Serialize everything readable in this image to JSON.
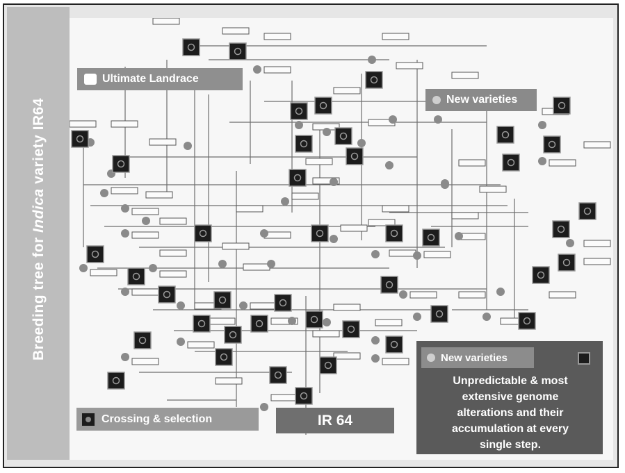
{
  "side_title": {
    "prefix": "Breeding tree for ",
    "italic": "Indica",
    "suffix": " variety IR64"
  },
  "labels": {
    "ultimate_landrace": "Ultimate Landrace",
    "new_varieties_top": "New varieties",
    "crossing_selection": "Crossing & selection",
    "ir64": "IR 64"
  },
  "panel": {
    "heading": "New varieties",
    "text": "Unpredictable & most\nextensive genome\nalterations and their\naccumulation at every\nsingle step."
  },
  "colors": {
    "node_fill": "#1c1c1c",
    "dot_fill": "#8a8a8a",
    "line": "#6e6e6e",
    "panel": "#5a5a5a"
  }
}
